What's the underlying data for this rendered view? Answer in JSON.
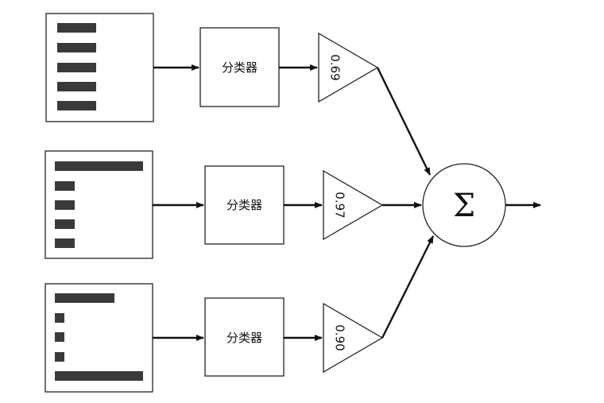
{
  "diagram": {
    "rows": [
      {
        "classifier_label": "分类器",
        "weight": "0.69"
      },
      {
        "classifier_label": "分类器",
        "weight": "0.97"
      },
      {
        "classifier_label": "分类器",
        "weight": "0.90"
      }
    ],
    "sum_symbol": "Σ"
  }
}
